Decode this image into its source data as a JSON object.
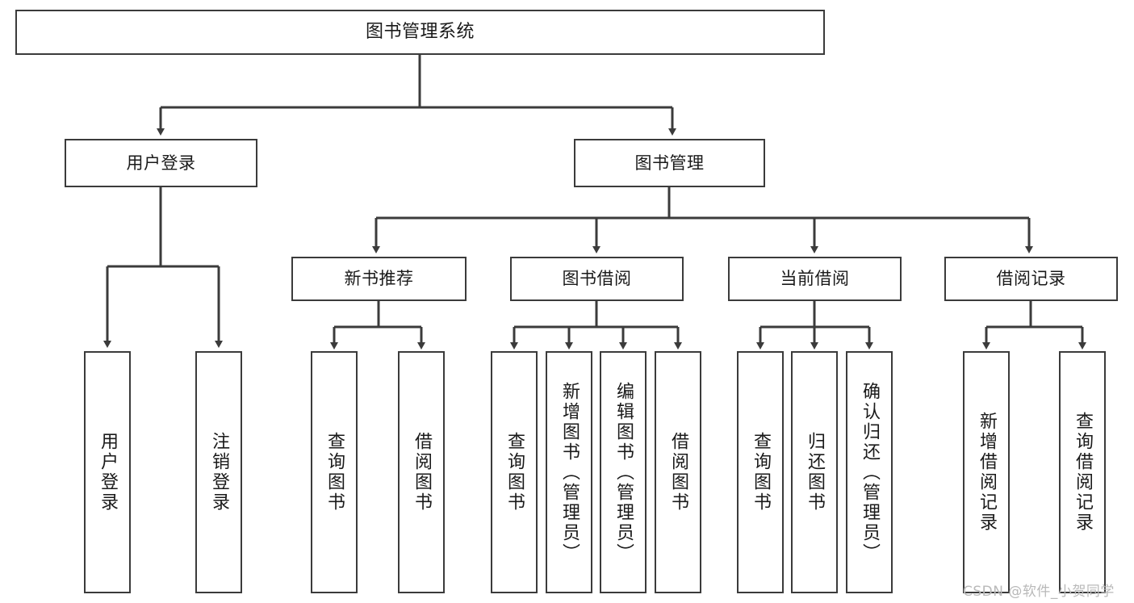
{
  "diagram": {
    "title": "图书管理系统",
    "type": "tree-hierarchy",
    "root": {
      "label": "图书管理系统"
    },
    "level1": [
      {
        "label": "用户登录"
      },
      {
        "label": "图书管理"
      }
    ],
    "level2": [
      {
        "label": "新书推荐"
      },
      {
        "label": "图书借阅"
      },
      {
        "label": "当前借阅"
      },
      {
        "label": "借阅记录"
      }
    ],
    "leaves": {
      "user_login": [
        {
          "label": "用户登录"
        },
        {
          "label": "注销登录"
        }
      ],
      "new_book_recommend": [
        {
          "label": "查询图书"
        },
        {
          "label": "借阅图书"
        }
      ],
      "book_borrow": [
        {
          "label": "查询图书"
        },
        {
          "label": "新增图书（管理员）"
        },
        {
          "label": "编辑图书（管理员）"
        },
        {
          "label": "借阅图书"
        }
      ],
      "current_borrow": [
        {
          "label": "查询图书"
        },
        {
          "label": "归还图书"
        },
        {
          "label": "确认归还（管理员）"
        }
      ],
      "borrow_record": [
        {
          "label": "新增借阅记录"
        },
        {
          "label": "查询借阅记录"
        }
      ]
    }
  },
  "watermark": {
    "text": "CSDN @软件_小贺同学"
  },
  "colors": {
    "stroke": "#3b3b3b",
    "text": "#1a1a1a",
    "background": "#ffffff",
    "watermark": "#b9b9b9"
  }
}
